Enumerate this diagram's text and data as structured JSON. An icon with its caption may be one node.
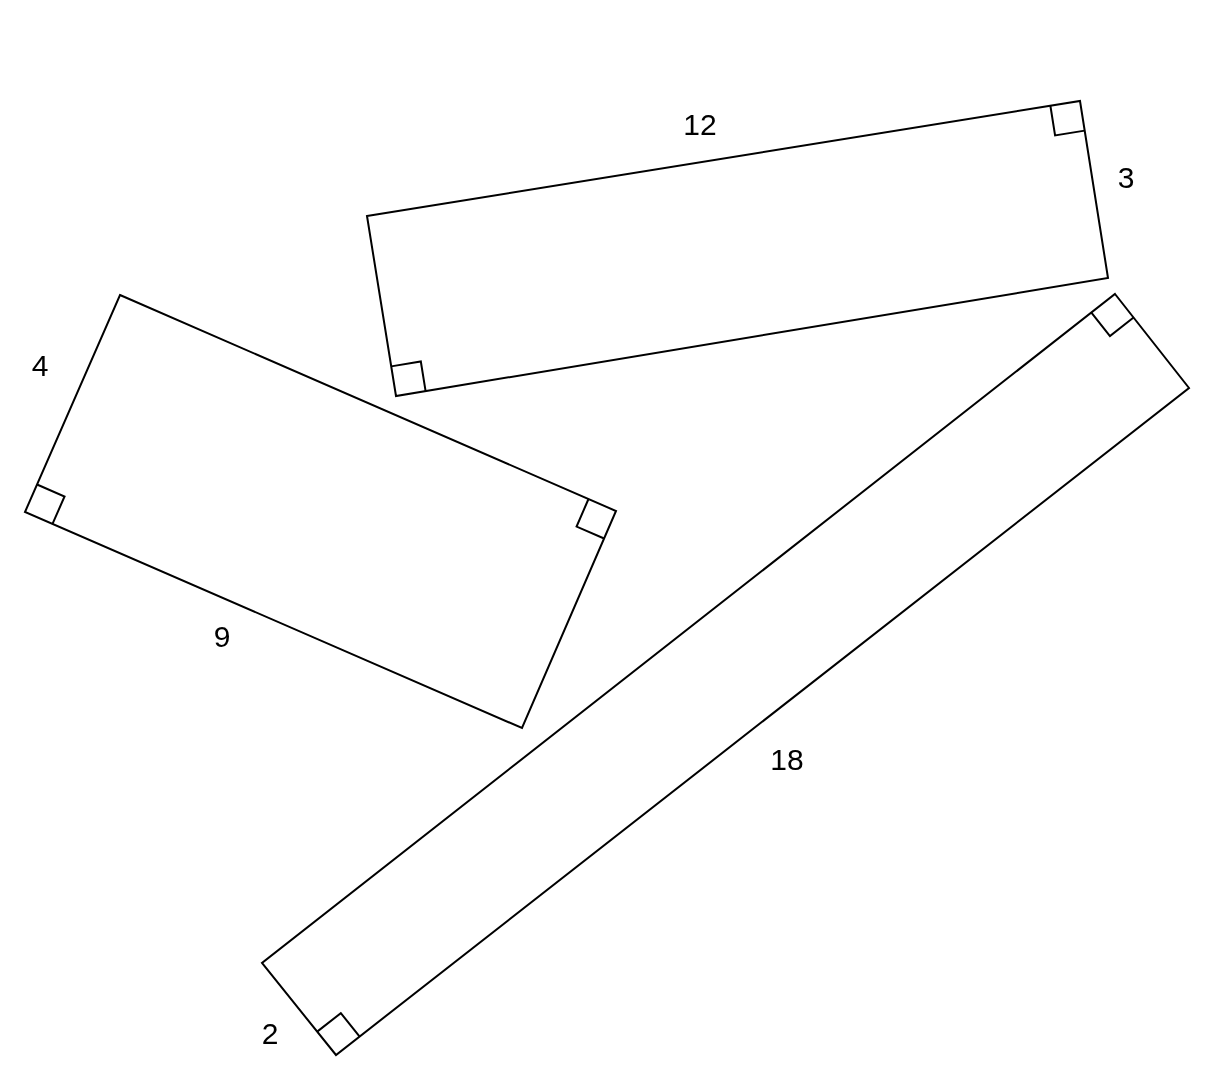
{
  "diagram": {
    "labels": [
      "12",
      "3",
      "4",
      "9",
      "18",
      "2"
    ]
  }
}
